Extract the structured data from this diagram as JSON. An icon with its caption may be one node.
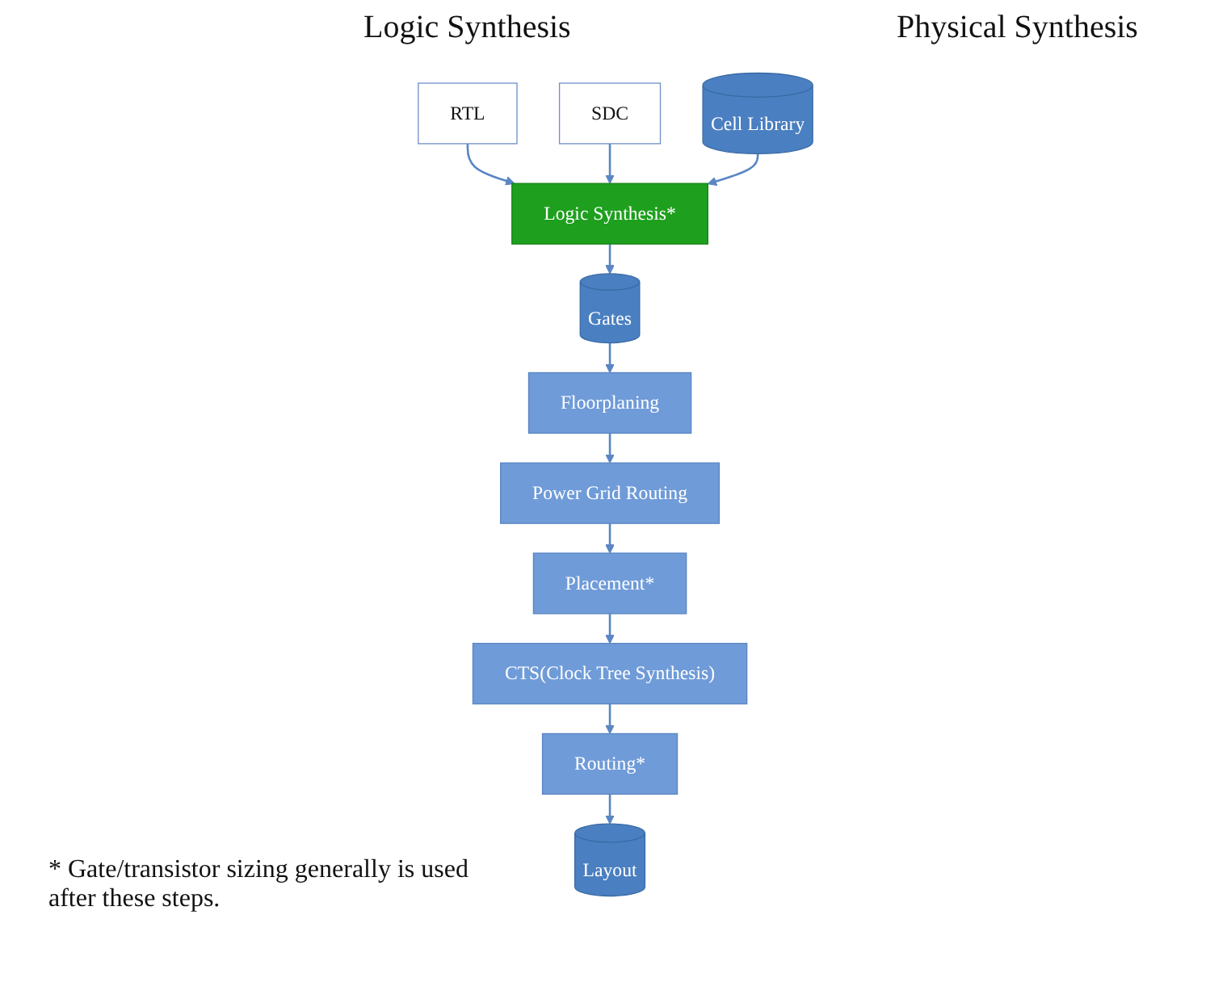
{
  "diagram": {
    "nodes": [
      {
        "text": [
          "RTL"
        ]
      },
      {
        "text": [
          "SDC"
        ]
      },
      {
        "text": [
          "Cell Library"
        ]
      },
      {
        "text": [
          "Logic Synthesis*"
        ]
      },
      {
        "text": [
          "Gates"
        ]
      },
      {
        "text": [
          "Floorplaning"
        ]
      },
      {
        "text": [
          "Power Grid Routing"
        ]
      },
      {
        "text": [
          "Placement*"
        ]
      },
      {
        "text": [
          "CTS(Clock Tree Synthesis)"
        ]
      },
      {
        "text": [
          "Routing*"
        ]
      },
      {
        "text": [
          "Layout"
        ]
      }
    ],
    "edges": [
      {
        "from": 0,
        "to": 3,
        "arrow": "to"
      },
      {
        "from": 1,
        "to": 3,
        "arrow": "to"
      },
      {
        "from": 2,
        "to": 3,
        "arrow": "to"
      },
      {
        "from": 3,
        "to": 4,
        "arrow": "to"
      },
      {
        "from": 4,
        "to": 5,
        "arrow": "to"
      },
      {
        "from": 5,
        "to": 6,
        "arrow": "to"
      },
      {
        "from": 6,
        "to": 7,
        "arrow": "to"
      },
      {
        "from": 7,
        "to": 8,
        "arrow": "to"
      },
      {
        "from": 8,
        "to": 9,
        "arrow": "to"
      },
      {
        "from": 9,
        "to": 10,
        "arrow": "to"
      }
    ],
    "labels": [
      "Logic Synthesis",
      "Physical Synthesis",
      "* Gate/transistor sizing generally is used after these steps."
    ]
  }
}
